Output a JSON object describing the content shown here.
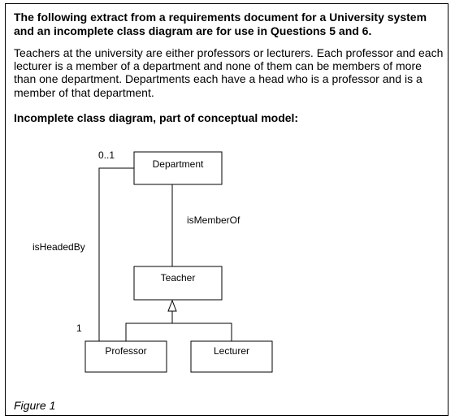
{
  "heading": "The following extract from a requirements document for a University system and an incomplete class diagram are for use in Questions 5 and 6.",
  "paragraph": "Teachers at the university are either professors or lecturers. Each professor and each lecturer is a member of a department and none of them can be members of more than one department. Departments each have a head who is a professor and is a member of that department.",
  "subheading": "Incomplete class diagram, part of conceptual model:",
  "diagram": {
    "classes": {
      "department": "Department",
      "teacher": "Teacher",
      "professor": "Professor",
      "lecturer": "Lecturer"
    },
    "associations": {
      "is_member_of": "isMemberOf",
      "is_headed_by": "isHeadedBy"
    },
    "multiplicities": {
      "department_end": "0..1",
      "professor_end": "1"
    }
  },
  "caption": "Figure 1"
}
